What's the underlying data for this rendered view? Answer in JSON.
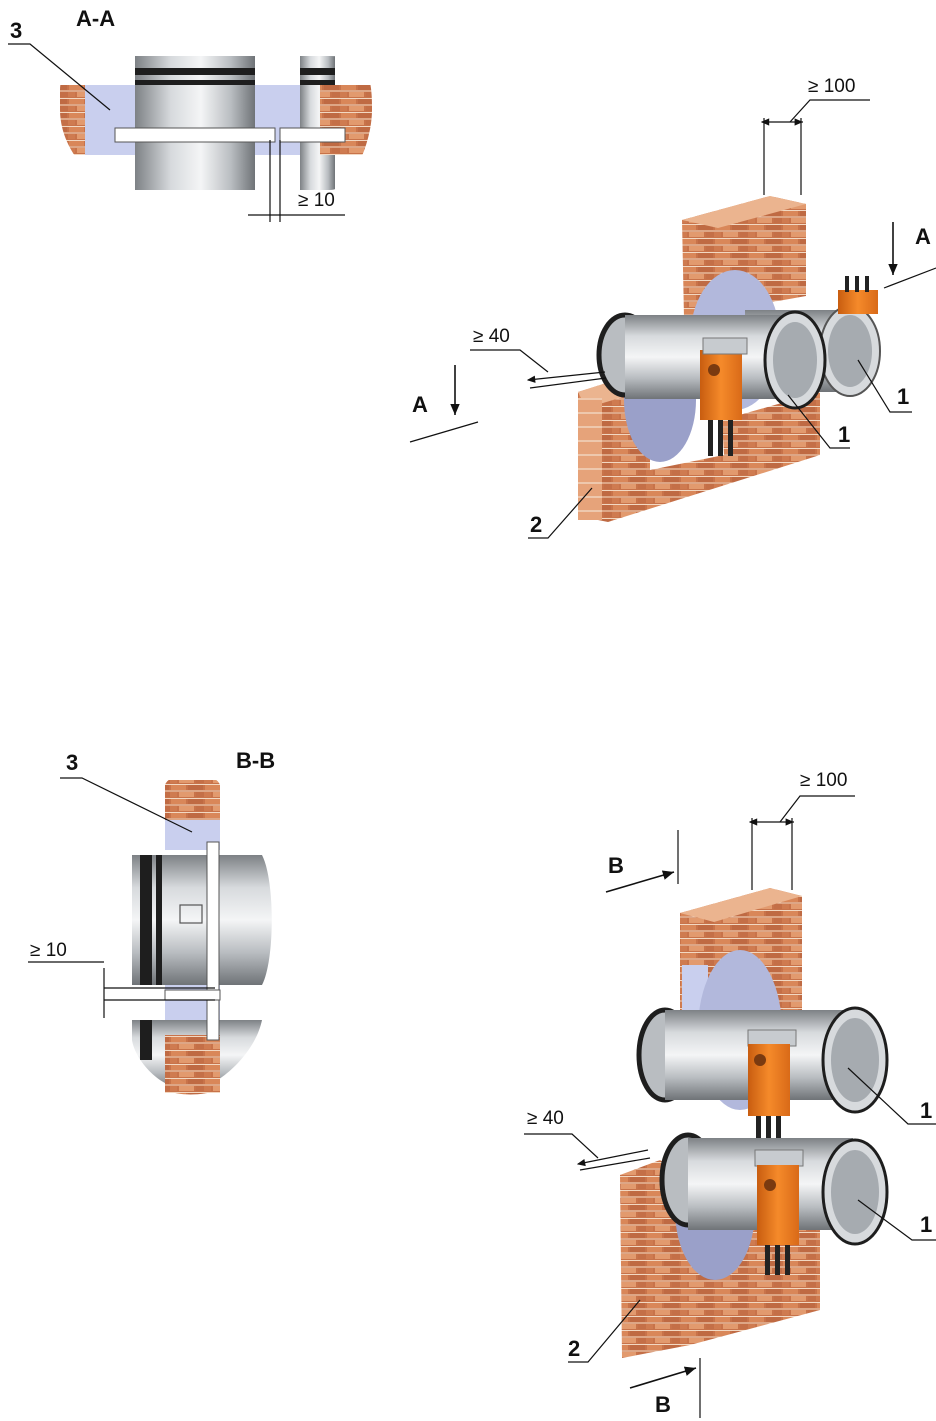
{
  "section_aa": {
    "title": "A-A",
    "label_seal": "3",
    "gap_dim": "≥ 10"
  },
  "section_bb": {
    "title": "B-B",
    "label_seal": "3",
    "gap_dim": "≥ 10"
  },
  "view_single_row": {
    "wall_thickness_dim": "≥ 100",
    "offset_dim": "≥ 40",
    "cut_marker_top": "A",
    "cut_marker_bottom": "A",
    "label_damper_left": "1",
    "label_damper_right": "1",
    "label_wall": "2"
  },
  "view_stacked": {
    "wall_thickness_dim": "≥ 100",
    "offset_dim": "≥ 40",
    "cut_marker_top": "B",
    "cut_marker_bottom": "B",
    "label_damper_top": "1",
    "label_damper_bottom": "1",
    "label_wall": "2"
  },
  "colors": {
    "brick": "#c8734a",
    "brick_light": "#e29a6e",
    "mortar": "#f2d8c2",
    "seal": "#c9cfee",
    "steel": "#c7cbcf",
    "steel_dark": "#8d9196",
    "actuator": "#ef7d1f",
    "gasket": "#1e1e1e"
  }
}
